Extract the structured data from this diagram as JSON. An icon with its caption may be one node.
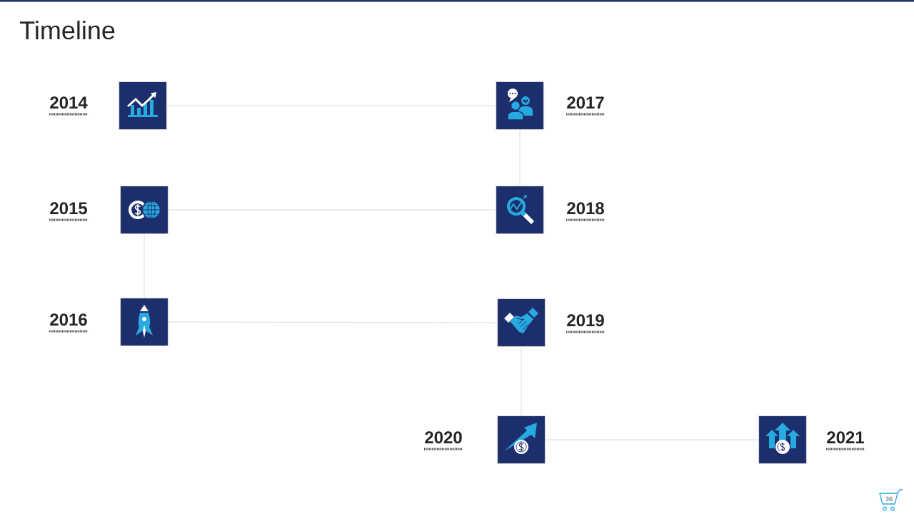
{
  "diagram": {
    "title": "Timeline",
    "nodes": [
      {
        "text": [],
        "shape": "box",
        "beside": [
          "2014"
        ]
      },
      {
        "text": [],
        "shape": "box",
        "beside": [
          "2015"
        ]
      },
      {
        "text": [],
        "shape": "box",
        "beside": [
          "2016"
        ]
      },
      {
        "text": [],
        "shape": "box",
        "beside": [
          "2017"
        ]
      },
      {
        "text": [],
        "shape": "box",
        "beside": [
          "2018"
        ]
      },
      {
        "text": [],
        "shape": "box",
        "beside": [
          "2019"
        ]
      },
      {
        "text": [],
        "shape": "box",
        "beside": [
          "2020"
        ]
      },
      {
        "text": [],
        "shape": "box",
        "beside": [
          "2021"
        ]
      }
    ],
    "edges": [
      {
        "from": 0,
        "to": 3,
        "arrow": "none"
      },
      {
        "from": 3,
        "to": 4,
        "arrow": "none"
      },
      {
        "from": 4,
        "to": 1,
        "arrow": "none"
      },
      {
        "from": 1,
        "to": 2,
        "arrow": "none"
      },
      {
        "from": 2,
        "to": 5,
        "arrow": "none"
      },
      {
        "from": 5,
        "to": 6,
        "arrow": "none"
      },
      {
        "from": 6,
        "to": 7,
        "arrow": "none"
      }
    ],
    "labels": [
      "36"
    ]
  }
}
